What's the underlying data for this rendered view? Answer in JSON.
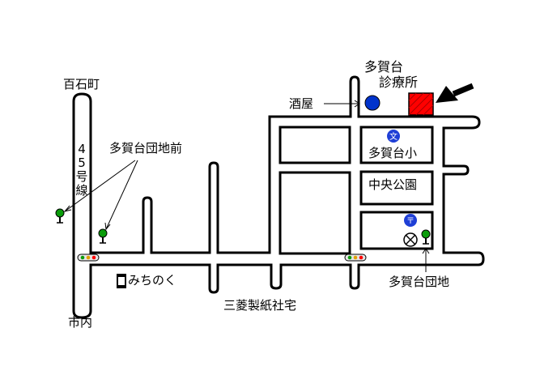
{
  "places": {
    "hyakkokucho": "百石町",
    "shinai": "市内",
    "route45": "45号線",
    "tagadai_danchimae": "多賀台団地前",
    "clinic_line1": "多賀台",
    "clinic_line2": "診療所",
    "sakaya": "酒屋",
    "school": "多賀台小",
    "park": "中央公園",
    "michinoku": "みちのく",
    "mitsubishi": "三菱製紙社宅",
    "tagadai_danchi": "多賀台団地"
  },
  "icons": {
    "school_symbol": "文",
    "post_office_symbol": "〒"
  },
  "colors": {
    "clinic": "#ff0000",
    "liquor_store": "#0033cc",
    "school": "#1f3fd6",
    "post_office": "#1f3fd6",
    "bus_stop": "#0a9c0a"
  }
}
